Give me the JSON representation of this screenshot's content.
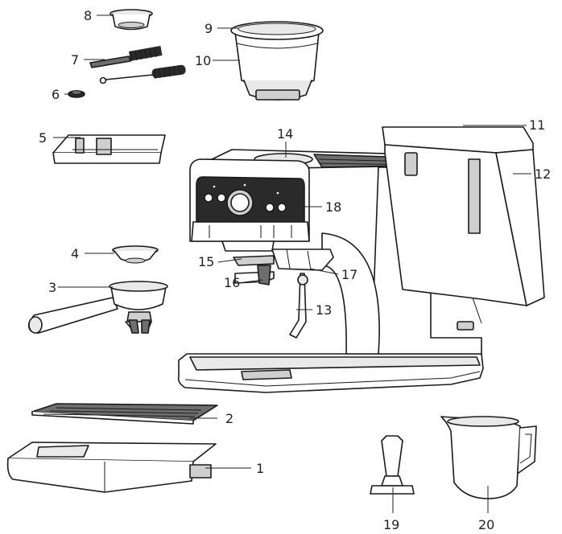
{
  "callouts": [
    {
      "id": "1",
      "label": "1"
    },
    {
      "id": "2",
      "label": "2"
    },
    {
      "id": "3",
      "label": "3"
    },
    {
      "id": "4",
      "label": "4"
    },
    {
      "id": "5",
      "label": "5"
    },
    {
      "id": "6",
      "label": "6"
    },
    {
      "id": "7",
      "label": "7"
    },
    {
      "id": "8",
      "label": "8"
    },
    {
      "id": "9",
      "label": "9"
    },
    {
      "id": "10",
      "label": "10"
    },
    {
      "id": "11",
      "label": "11"
    },
    {
      "id": "12",
      "label": "12"
    },
    {
      "id": "13",
      "label": "13"
    },
    {
      "id": "14",
      "label": "14"
    },
    {
      "id": "15",
      "label": "15"
    },
    {
      "id": "16",
      "label": "16"
    },
    {
      "id": "17",
      "label": "17"
    },
    {
      "id": "18",
      "label": "18"
    },
    {
      "id": "19",
      "label": "19"
    },
    {
      "id": "20",
      "label": "20"
    }
  ],
  "colors": {
    "line": "#1a1a1a",
    "panel_dark": "#2a2a2a",
    "metal_light": "#e9e9e9",
    "metal_mid": "#cfcfcf"
  }
}
